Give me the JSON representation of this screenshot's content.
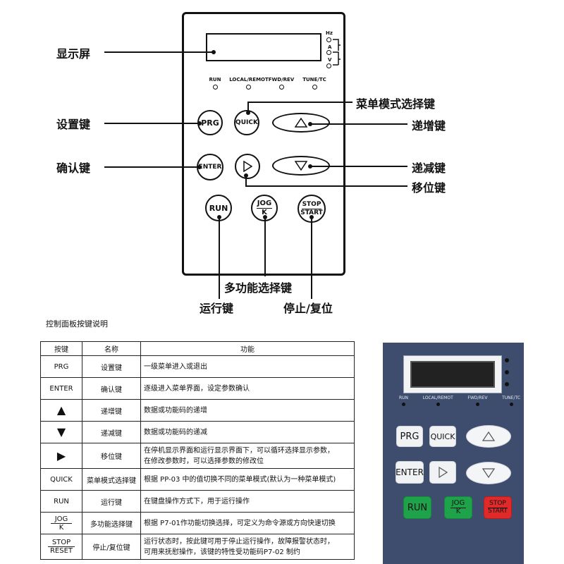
{
  "diagram": {
    "indicators": [
      "RUN",
      "LOCAL/REMOT",
      "FWD/REV",
      "TUNE/TC"
    ],
    "units": [
      "Hz",
      "A",
      "V"
    ],
    "keys": {
      "prg": "PRG",
      "quick": "QUICK",
      "enter": "ENTER",
      "run": "RUN",
      "jog_top": "JOG",
      "jog_bottom": "K",
      "stop_top": "STOP",
      "stop_bottom": "START"
    },
    "callouts": {
      "display": "显示屏",
      "setup": "设置键",
      "confirm": "确认键",
      "menu_mode": "菜单模式选择键",
      "increment": "递增键",
      "decrement": "递减键",
      "shift": "移位键",
      "multi_function": "多功能选择键",
      "run": "运行键",
      "stop_reset": "停止/复位"
    }
  },
  "table": {
    "caption": "控制面板按键说明",
    "headers": [
      "按键",
      "名称",
      "功能"
    ],
    "rows": [
      {
        "key": "PRG",
        "name": "设置键",
        "func": [
          "一级菜单进入或退出"
        ]
      },
      {
        "key": "ENTER",
        "name": "确认键",
        "func": [
          "逐级进入菜单界面，设定参数确认"
        ]
      },
      {
        "key": "▲",
        "name": "递增键",
        "func": [
          "数据或功能码的递增"
        ]
      },
      {
        "key": "▼",
        "name": "递减键",
        "func": [
          "数据或功能码的递减"
        ]
      },
      {
        "key": "▶",
        "name": "移位键",
        "func": [
          "在停机显示界面和运行显示界面下，可以循环选择显示参数，",
          "在修改参数时，可以选择参数的修改位"
        ]
      },
      {
        "key": "QUICK",
        "name": "菜单模式选择键",
        "func": [
          "根据 PP-03 中的值切换不同的菜单模式(默认为一种菜单模式)"
        ]
      },
      {
        "key": "RUN",
        "name": "运行键",
        "func": [
          "在键盘操作方式下，用于运行操作"
        ]
      },
      {
        "key_top": "JOG",
        "key_bottom": "K",
        "name": "多功能选择键",
        "func": [
          "根据 P7-01作功能切换选择，可定义为命令源或方向快速切换"
        ]
      },
      {
        "key_top": "STOP",
        "key_bottom": "RESET",
        "name": "停止/复位键",
        "func": [
          "运行状态时，按此键可用于停止运行操作，故障报警状态时，",
          "可用来抚慰操作，该键的特性受功能码P7-02 制约"
        ]
      }
    ]
  },
  "photo": {
    "indicators": [
      "RUN",
      "LOCAL/REMOT",
      "FWD/REV",
      "TUNE/TC"
    ],
    "keys": {
      "prg": "PRG",
      "quick": "QUICK",
      "enter": "ENTER",
      "run": "RUN",
      "jog_top": "JOG",
      "jog_bottom": "K",
      "stop_top": "STOP",
      "stop_bottom": "START"
    },
    "colors": {
      "panel": "#3e4c6e",
      "run": "#1fa34a",
      "stop": "#e02a2a"
    }
  }
}
